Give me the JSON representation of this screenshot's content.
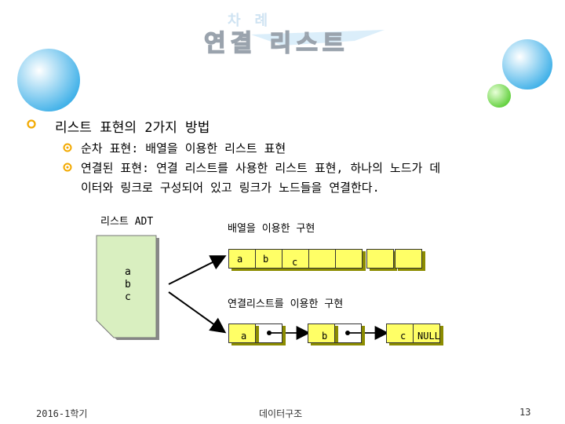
{
  "slide": {
    "title": "연결 리스트",
    "title_deco": "차례",
    "bullet": "리스트 표현의 2가지 방법",
    "sub_items": [
      "순차 표현: 배열을 이용한 리스트 표현",
      "연결된 표현: 연결 리스트를 사용한 리스트 표현, 하나의 노드가 데",
      "이터와 링크로 구성되어 있고 링크가 노드들을 연결한다."
    ]
  },
  "diagram": {
    "adt_label": "리스트 ADT",
    "adt_items": [
      "a",
      "b",
      "c"
    ],
    "array_label": "배열을 이용한 구현",
    "array_cells": [
      "a",
      "b",
      "c",
      "",
      "",
      "",
      "",
      ""
    ],
    "linked_label": "연결리스트를 이용한 구현",
    "linked_nodes": [
      "a",
      "b",
      "c"
    ],
    "null_label": "NULL"
  },
  "footer": {
    "left": "2016-1학기",
    "center": "데이터구조",
    "page": "13"
  },
  "colors": {
    "accent_blue": "#4fb8ea",
    "accent_green": "#7ed957",
    "cell_yellow": "#ffff66",
    "paper_green": "#d9efc0",
    "bullet_orange": "#f2a900"
  }
}
